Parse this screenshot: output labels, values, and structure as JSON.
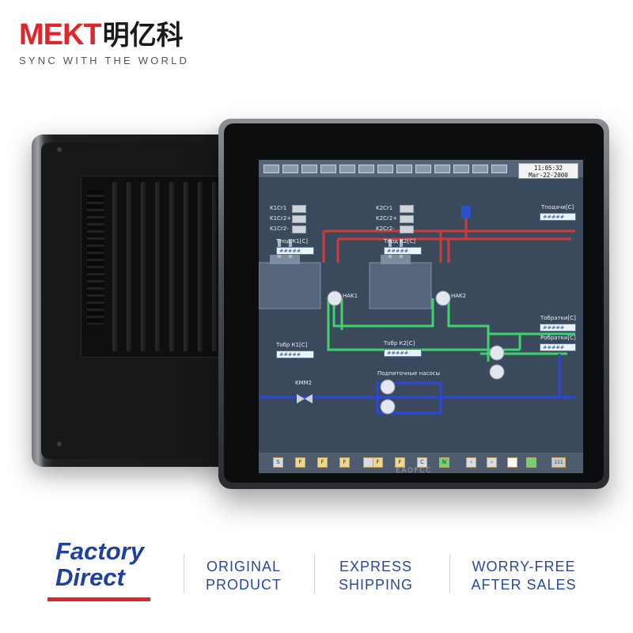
{
  "brand": {
    "name_latin": "MEKT",
    "name_cn": "明亿科",
    "slogan": "SYNC WITH THE WORLD"
  },
  "device": {
    "logo": "EAOFCC",
    "screen": {
      "clock": {
        "time": "11:05:32",
        "date": "Mar-22-2000"
      },
      "labels": {
        "k1cr1": "K1Cr1",
        "k1cr2p": "K1Cr2+",
        "k1cr2m": "K1Cr2-",
        "k2cr1": "K2Cr1",
        "k2cr2p": "K2Cr2+",
        "k2cr2m": "K2Cr2-",
        "tpod_k1": "Тпод К1[С]",
        "tpod_k2": "Тпод К2[С]",
        "tobr_k1": "Тобр К1[С]",
        "tobr_k2": "Тобр К2[С]",
        "hak1": "HAK1",
        "hak2": "HAK2",
        "tpodachi": "Тподачи[С]",
        "tobratki": "Тобратки[С]",
        "robratki": "Робратки[С]",
        "kmm2": "KMM2",
        "pumps": "Подпиточные насосы"
      },
      "value_placeholder": "#####",
      "bottom_buttons": [
        "S",
        "F",
        "F",
        "F",
        "F",
        "F",
        "C",
        "N"
      ],
      "counter": "111"
    }
  },
  "banner": {
    "factory_line1": "Factory",
    "factory_line2": "Direct",
    "features": [
      {
        "line1": "ORIGINAL",
        "line2": "PRODUCT"
      },
      {
        "line1": "EXPRESS",
        "line2": "SHIPPING"
      },
      {
        "line1": "WORRY-FREE",
        "line2": "AFTER SALES"
      }
    ]
  },
  "colors": {
    "brand_red": "#e0262b",
    "brand_blue": "#1e3fa6",
    "pipe_red": "#d23a3a",
    "pipe_green": "#3fd46a",
    "pipe_blue": "#2b45e0",
    "screen_bg": "#3a4a5c"
  }
}
